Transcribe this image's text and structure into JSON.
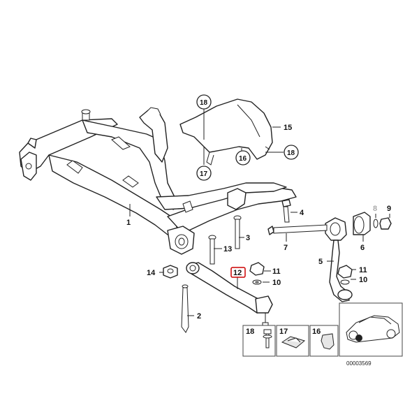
{
  "callouts": {
    "c1": "1",
    "c2": "2",
    "c3": "3",
    "c4": "4",
    "c5": "5",
    "c6": "6",
    "c7": "7",
    "c8": "8",
    "c9": "9",
    "c10a": "10",
    "c10b": "10",
    "c11a": "11",
    "c11b": "11",
    "c12": "12",
    "c13": "13",
    "c14": "14",
    "c15": "15",
    "c16": "16",
    "c17": "17",
    "c18a": "18",
    "c18b": "18"
  },
  "legend": {
    "item_18": "18",
    "item_17": "17",
    "item_16": "16"
  },
  "highlight_color": "#cc0000",
  "inactive_label_color": "#aaaaaa",
  "footer": {
    "catalog_number": "00003569"
  }
}
